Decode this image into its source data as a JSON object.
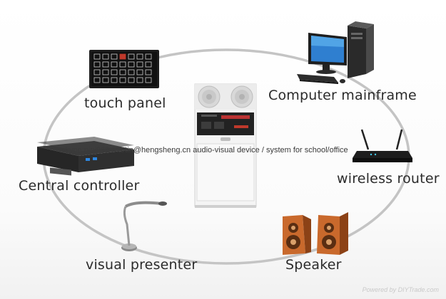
{
  "devices": {
    "touch_panel": "touch panel",
    "computer": "Computer mainframe",
    "router": "wireless router",
    "controller": "Central controller",
    "presenter": "visual presenter",
    "speaker": "Speaker"
  },
  "watermark": "skype:nini968 martin@hengsheng.cn audio-visual device / system for school/office",
  "footer": "Powered by DIYTrade.com",
  "colors": {
    "ring": "#c4c4c4",
    "label": "#2b2b2b",
    "speaker_wood": "#c9692c"
  }
}
